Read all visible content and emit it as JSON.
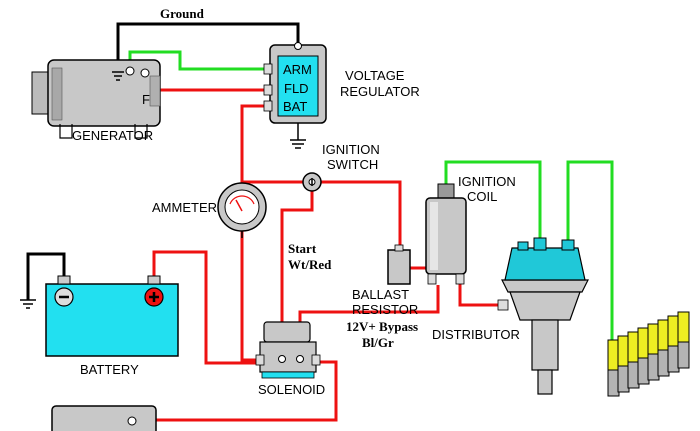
{
  "labels": {
    "ground": "Ground",
    "generator": "GENERATOR",
    "generator_f": "F",
    "voltage_regulator_line1": "VOLTAGE",
    "voltage_regulator_line2": "REGULATOR",
    "regulator_arm": "ARM",
    "regulator_fld": "FLD",
    "regulator_bat": "BAT",
    "ignition_switch_line1": "IGNITION",
    "ignition_switch_line2": "SWITCH",
    "ammeter": "AMMETER",
    "ignition_coil_line1": "IGNITION",
    "ignition_coil_line2": "COIL",
    "start_wire_line1": "Start",
    "start_wire_line2": "Wt/Red",
    "ballast_resistor_line1": "BALLAST",
    "ballast_resistor_line2": "RESISTOR",
    "bypass_wire_line1": "12V+ Bypass",
    "bypass_wire_line2": "Bl/Gr",
    "distributor": "DISTRIBUTOR",
    "battery": "BATTERY",
    "solenoid": "SOLENOID"
  },
  "colors": {
    "wire_red": "#ee1111",
    "wire_green": "#22dd22",
    "wire_black": "#000000",
    "component_body": "#c8c8c8",
    "regulator_face": "#22e0f0",
    "battery_fill": "#22e0f0",
    "distributor_cap": "#20c8d8",
    "spark_plug": "#eeee22"
  }
}
